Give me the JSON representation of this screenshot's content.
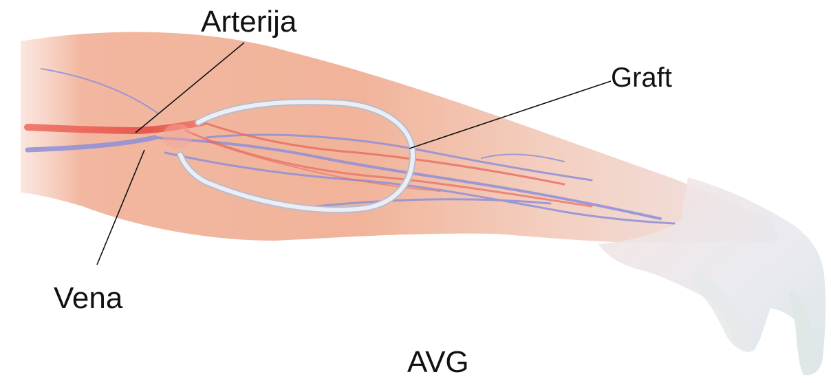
{
  "labels": {
    "arterija": "Arterija",
    "graft": "Graft",
    "vena": "Vena",
    "caption": "AVG"
  },
  "colors": {
    "skin": "#f2b9a2",
    "artery": "#e8584e",
    "vein": "#8e90d8",
    "graft": "#d9dcea",
    "leader_line": "#111111"
  }
}
